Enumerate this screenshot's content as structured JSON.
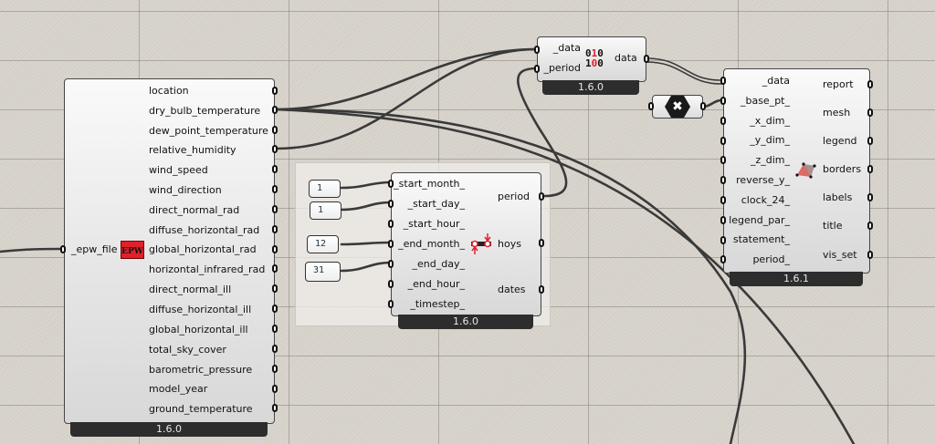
{
  "canvas": {
    "background_color": "#d4d0c8",
    "wire_color": "#3c3c3c"
  },
  "import_epw": {
    "input": "_epw_file",
    "icon_label": "EPW",
    "icon_color": "#e2202a",
    "outputs": [
      "location",
      "dry_bulb_temperature",
      "dew_point_temperature",
      "relative_humidity",
      "wind_speed",
      "wind_direction",
      "direct_normal_rad",
      "diffuse_horizontal_rad",
      "global_horizontal_rad",
      "horizontal_infrared_rad",
      "direct_normal_ill",
      "diffuse_horizontal_ill",
      "global_horizontal_ill",
      "total_sky_cover",
      "barometric_pressure",
      "model_year",
      "ground_temperature"
    ],
    "version": "1.6.0"
  },
  "number_panels": [
    "1",
    "1",
    "12",
    "31"
  ],
  "analysis_period": {
    "inputs": [
      "_start_month_",
      "_start_day_",
      "_start_hour_",
      "_end_month_",
      "_end_day_",
      "_end_hour_",
      "_timestep_"
    ],
    "outputs": [
      "period",
      "hoys",
      "dates"
    ],
    "version": "1.6.0"
  },
  "apply_period": {
    "inputs": [
      "_data",
      "_period"
    ],
    "output": "data",
    "icon_bits": [
      "010",
      "100"
    ],
    "version": "1.6.0"
  },
  "toggle_component": {
    "icon": "x-hexagon-icon",
    "glyph": "✖"
  },
  "hourly_plot": {
    "inputs": [
      "_data",
      "_base_pt_",
      "_x_dim_",
      "_y_dim_",
      "_z_dim_",
      "reverse_y_",
      "clock_24_",
      "legend_par_",
      "statement_",
      "period_"
    ],
    "outputs": [
      "report",
      "mesh",
      "legend",
      "borders",
      "labels",
      "title",
      "vis_set"
    ],
    "version": "1.6.1"
  }
}
